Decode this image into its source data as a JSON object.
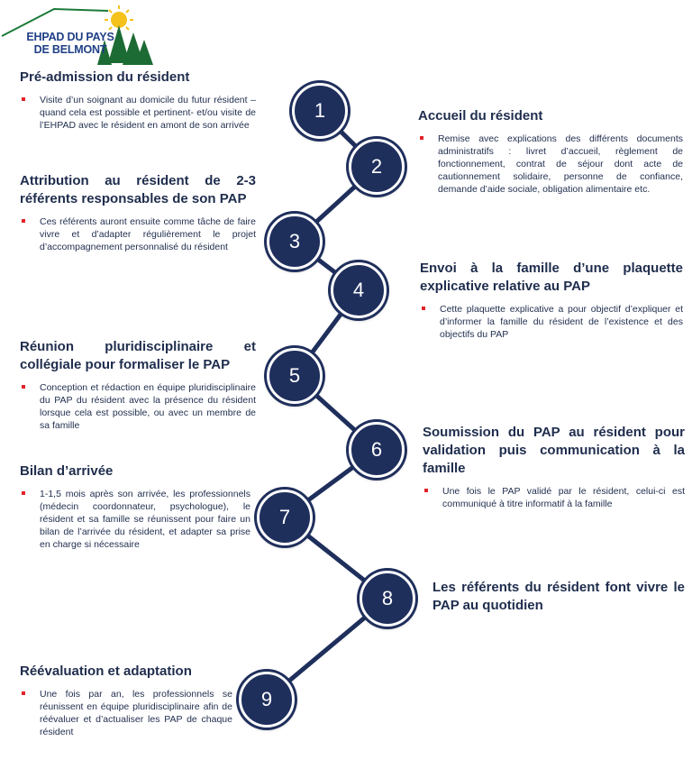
{
  "logo": {
    "line1": "EHPAD DU PAYS",
    "line2": "DE BELMONT"
  },
  "steps": [
    {
      "number": "1",
      "title": "Pré-admission du résident",
      "description": "Visite d’un soignant au domicile du futur résident – quand cela est possible et pertinent- et/ou visite de l’EHPAD avec le résident en amont de son arrivée"
    },
    {
      "number": "2",
      "title": "Accueil du résident",
      "description": "Remise avec explications des différents documents administratifs : livret d’accueil, règlement de fonctionnement, contrat de séjour dont acte de cautionnement solidaire, personne de confiance, demande d’aide sociale, obligation alimentaire etc."
    },
    {
      "number": "3",
      "title": "Attribution au résident de 2-3 référents responsables de son PAP",
      "description": "Ces référents auront ensuite comme tâche de faire vivre et d’adapter régulièrement le projet d’accompagnement personnalisé du résident"
    },
    {
      "number": "4",
      "title": "Envoi à la famille d’une plaquette explicative relative au PAP",
      "description": "Cette plaquette explicative a pour objectif d’expliquer et d’informer la famille du résident de l’existence et des objectifs du PAP"
    },
    {
      "number": "5",
      "title": "Réunion pluridisciplinaire et collégiale pour formaliser le PAP",
      "description": "Conception et rédaction en équipe pluridisciplinaire du PAP du résident avec la présence du résident lorsque cela est possible, ou avec un membre de sa famille"
    },
    {
      "number": "6",
      "title": "Soumission du PAP au résident pour validation puis communication à la famille",
      "description": "Une fois le PAP validé par le résident, celui-ci est communiqué à titre informatif à la famille"
    },
    {
      "number": "7",
      "title": "Bilan d’arrivée",
      "description": "1-1,5 mois après son arrivée, les professionnels (médecin coordonnateur, psychologue), le résident et sa famille se réunissent pour faire un bilan de l’arrivée du résident, et adapter sa prise en charge si nécessaire"
    },
    {
      "number": "8",
      "title": "Les référents du résident font vivre le PAP au quotidien",
      "description": ""
    },
    {
      "number": "9",
      "title": "Réévaluation et adaptation",
      "description": "Une fois par an, les professionnels se réunissent en équipe pluridisciplinaire afin de réévaluer et d’actualiser les PAP de chaque résident"
    }
  ],
  "colors": {
    "circle": "#1f2f5c",
    "bullet": "#e2232a",
    "text": "#1f2d4d",
    "logo_text": "#1f3f86"
  },
  "icons": [
    "house-outline-icon",
    "sun-icon",
    "pine-trees-icon"
  ]
}
